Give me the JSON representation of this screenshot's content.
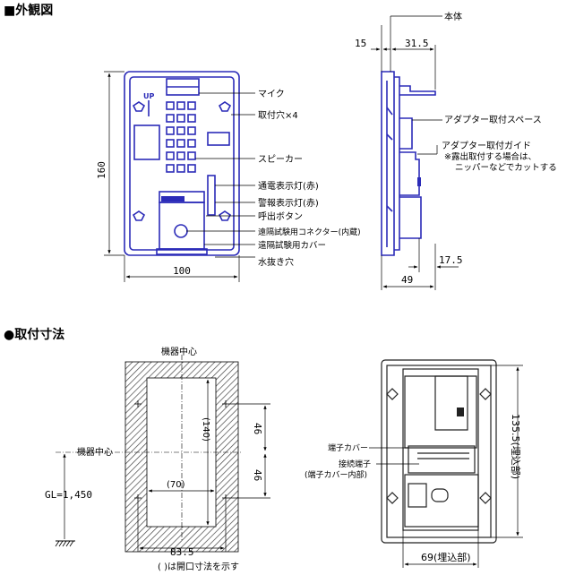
{
  "sections": {
    "exterior": "■外観図",
    "mounting": "●取付寸法"
  },
  "front_view": {
    "labels": [
      "マイク",
      "取付穴×4",
      "スピーカー",
      "通電表示灯(赤)",
      "警報表示灯(赤)",
      "呼出ボタン",
      "遠隔試験用コネクター(内蔵)",
      "遠隔試験用カバー",
      "水抜き穴"
    ],
    "height": "160",
    "width": "100"
  },
  "side_view": {
    "body": "本体",
    "adapter_space": "アダプター取付スペース",
    "adapter_guide": "アダプター取付ガイド",
    "note1": "※露出取付する場合は、",
    "note2": "ニッパーなどでカットする",
    "d15": "15",
    "d315": "31.5",
    "d175": "17.5",
    "d49": "49"
  },
  "mount_diagram": {
    "center_top": "機器中心",
    "center_left": "機器中心",
    "gl": "GL=1,450",
    "d140": "(140)",
    "d70": "(70)",
    "d46a": "46",
    "d46b": "46",
    "d835": "83.5",
    "footnote": "( )は開口寸法を示す"
  },
  "rear_view": {
    "terminal_cover": "端子カバー",
    "terminal": "接続端子",
    "terminal_inner": "(端子カバー内部)",
    "d1355": "135.5(埋込部)",
    "d69": "69(埋込部)"
  }
}
